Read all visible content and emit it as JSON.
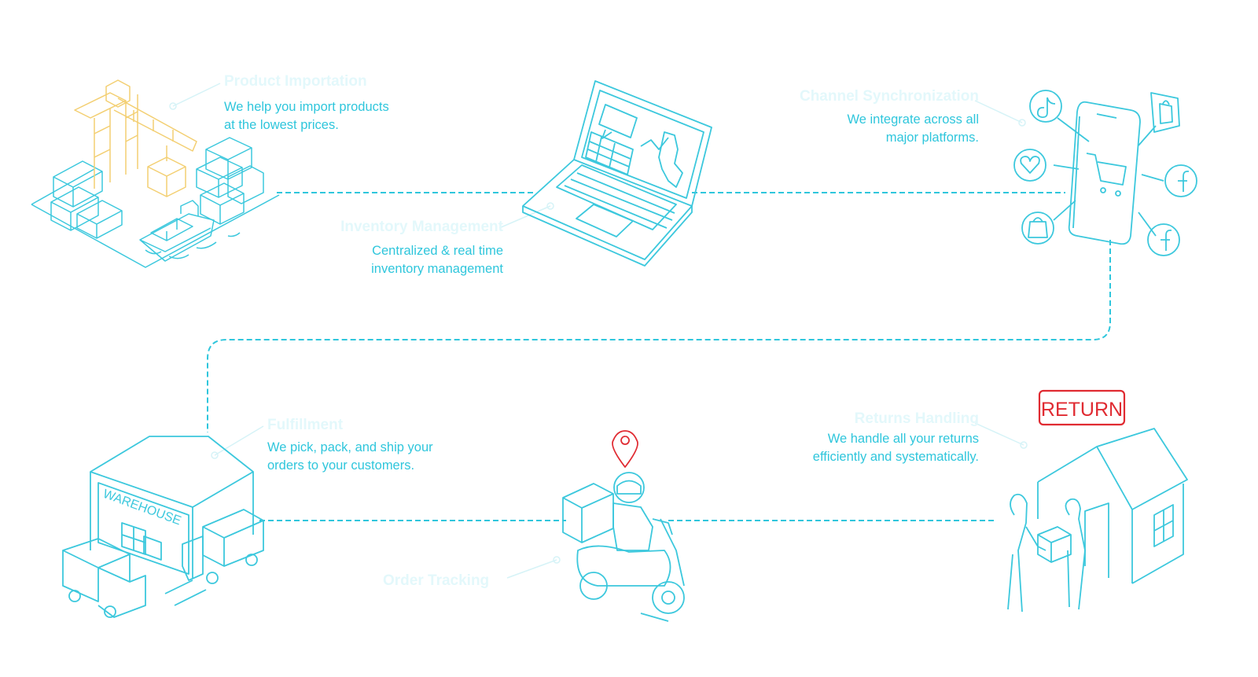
{
  "colors": {
    "line": "#2fc6dc",
    "illustration": "#3cc8dd",
    "crane": "#f3cf72",
    "title": "#e3f8fb",
    "description": "#2fc6dc",
    "return": "#e02b32"
  },
  "steps": [
    {
      "title": "Product Importation",
      "desc1": "We help you import products",
      "desc2": "at the lowest prices."
    },
    {
      "title": "Inventory Management",
      "desc1": "Centralized & real time",
      "desc2": "inventory management"
    },
    {
      "title": "Channel Synchronization",
      "desc1": "We integrate across all",
      "desc2": "major platforms."
    },
    {
      "title": "Fulfillment",
      "desc1": "We pick, pack, and ship your",
      "desc2": "orders to your customers."
    },
    {
      "title": "Order Tracking"
    },
    {
      "title": "Returns Handling",
      "desc1": "We handle all your returns",
      "desc2": "efficiently and systematically."
    }
  ],
  "illustrations": {
    "port": {
      "icon": "port-crane-containers-icon"
    },
    "laptop": {
      "icon": "laptop-dashboard-icon"
    },
    "phone": {
      "icon": "phone-cart-icon",
      "platform_icons": [
        "tiktok-icon",
        "shop-bag-icon",
        "heart-icon",
        "facebook-icon",
        "shopee-icon",
        "facebook-icon"
      ]
    },
    "warehouse": {
      "icon": "warehouse-trucks-icon",
      "sign": "WAREHOUSE"
    },
    "scooter": {
      "icon": "delivery-scooter-icon",
      "pin_icon": "location-pin-icon"
    },
    "house": {
      "icon": "house-handover-icon",
      "sign": "RETURN"
    }
  }
}
